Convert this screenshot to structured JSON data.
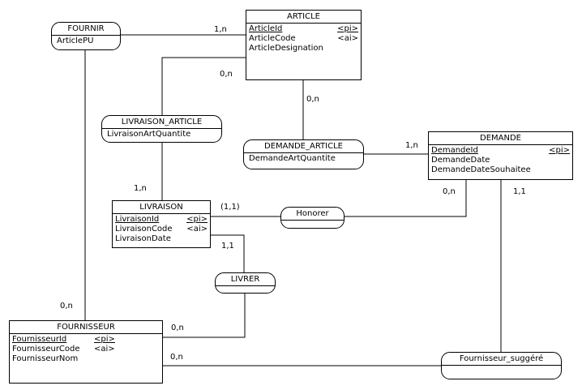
{
  "entities": {
    "article": {
      "name": "ARTICLE",
      "attrs": [
        {
          "name": "ArticleId",
          "tag": "<pi>"
        },
        {
          "name": "ArticleCode",
          "tag": "<ai>"
        },
        {
          "name": "ArticleDesignation",
          "tag": ""
        }
      ]
    },
    "demande": {
      "name": "DEMANDE",
      "attrs": [
        {
          "name": "DemandeId",
          "tag": "<pi>"
        },
        {
          "name": "DemandeDate",
          "tag": ""
        },
        {
          "name": "DemandeDateSouhaitee",
          "tag": ""
        }
      ]
    },
    "livraison": {
      "name": "LIVRAISON",
      "attrs": [
        {
          "name": "LivraisonId",
          "tag": "<pi>"
        },
        {
          "name": "LivraisonCode",
          "tag": "<ai>"
        },
        {
          "name": "LivraisonDate",
          "tag": ""
        }
      ]
    },
    "fournisseur": {
      "name": "FOURNISSEUR",
      "attrs": [
        {
          "name": "FournisseurId",
          "tag": "<pi>"
        },
        {
          "name": "FournisseurCode",
          "tag": "<ai>"
        },
        {
          "name": "FournisseurNom",
          "tag": ""
        }
      ]
    }
  },
  "associations": {
    "fournir": {
      "name": "FOURNIR",
      "attr": "ArticlePU"
    },
    "livraison_article": {
      "name": "LIVRAISON_ARTICLE",
      "attr": "LivraisonArtQuantite"
    },
    "demande_article": {
      "name": "DEMANDE_ARTICLE",
      "attr": "DemandeArtQuantite"
    },
    "honorer": {
      "name": "Honorer",
      "attr": ""
    },
    "livrer": {
      "name": "LIVRER",
      "attr": ""
    },
    "fournisseur_suggere": {
      "name": "Fournisseur_suggéré",
      "attr": ""
    }
  },
  "cardinalities": {
    "fournir_article": "1,n",
    "livraison_article_article": "0,n",
    "demande_article_article": "0,n",
    "demande_article_demande": "1,n",
    "livraison_article_livraison": "1,n",
    "honorer_livraison": "(1,1)",
    "honorer_demande": "0,n",
    "suggere_demande": "1,1",
    "livrer_livraison": "1,1",
    "fournir_fournisseur": "0,n",
    "livrer_fournisseur": "0,n",
    "suggere_fournisseur": "0,n"
  }
}
